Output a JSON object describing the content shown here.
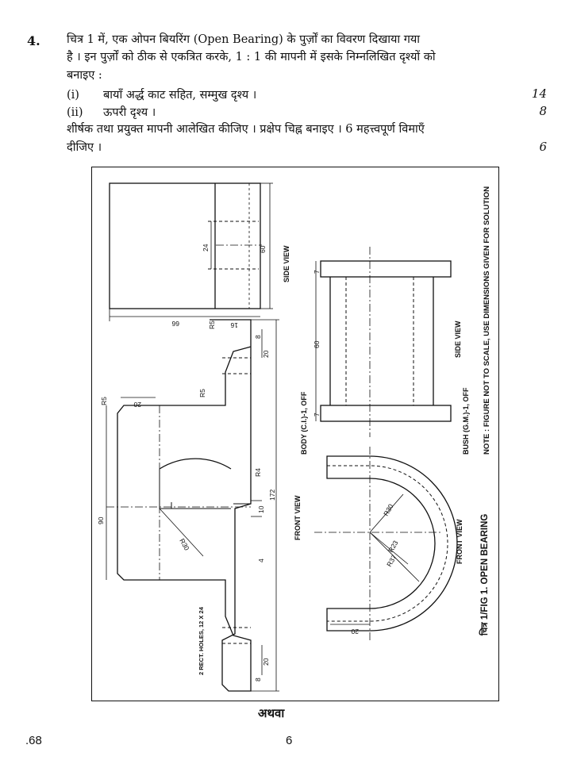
{
  "question": {
    "number": "4.",
    "line1": "चित्र 1 में, एक ओपन बियरिंग (Open Bearing) के पुर्ज़ों का विवरण दिखाया गया",
    "line2": "है । इन पुर्ज़ों को ठीक से एकत्रित करके,  1 : 1 की मापनी में इसके निम्नलिखित दृश्यों को",
    "line3": "बनाइए :",
    "parts": [
      {
        "label": "(i)",
        "text": "बायाँ अर्द्ध काट सहित, सम्मुख दृश्य ।",
        "marks": "14"
      },
      {
        "label": "(ii)",
        "text": "ऊपरी दृश्य ।",
        "marks": "8"
      }
    ],
    "line6": "शीर्षक तथा प्रयुक्त मापनी आलेखित कीजिए । प्रक्षेप चिह्न बनाइए । 6 महत्त्वपूर्ण विमाएँ",
    "line7": "दीजिए ।",
    "line7_marks": "6"
  },
  "figure": {
    "side_view_label": "SIDE VIEW",
    "front_view_label": "FRONT VIEW",
    "body_label": "BODY (C.I.)-1, OFF",
    "bush_label": "BUSH (G.M.)-1, OFF",
    "note": "NOTE : FIGURE NOT TO SCALE, USE DIMENSIONS GIVEN FOR SOLUTION",
    "caption": "चित्र 1/FIG 1. OPEN BEARING",
    "holes_note": "2 RECT. HOLES, 12 X 24",
    "dims": {
      "d60_side": "60",
      "d24": "24",
      "d66": "66",
      "d16": "16",
      "r5a": "R5",
      "d8a": "8",
      "d20a": "20",
      "r5b": "R5",
      "r5c": "R5",
      "d20b": "20",
      "d90": "90",
      "r30a": "R30",
      "r4": "R4",
      "d10": "10",
      "d172": "172",
      "d4": "4",
      "d20c": "20",
      "d8b": "8",
      "d7a": "7",
      "d60b": "60",
      "d7b": "7",
      "r30b": "R30",
      "r23": "R23",
      "r37": "R37",
      "d20d": "20"
    }
  },
  "footer": {
    "or": "अथवा",
    "left": ".68",
    "page": "6"
  }
}
